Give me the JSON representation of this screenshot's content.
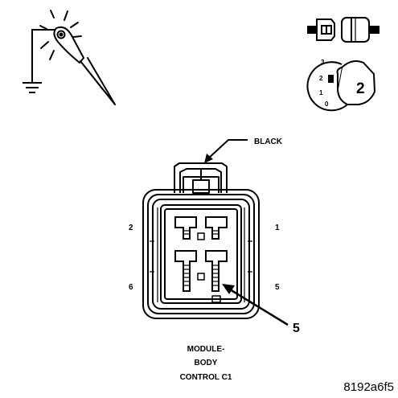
{
  "colors": {
    "ink": "#000000",
    "paper": "#ffffff"
  },
  "icons": {
    "probe": "test-probe-icon",
    "ground": "ground-symbol-icon",
    "connector_separated": "connector-separated-icon",
    "ignition_key": "ignition-switch-icon"
  },
  "ignition": {
    "positions": [
      "3",
      "2",
      "1",
      "0"
    ],
    "key_position": "2"
  },
  "connector": {
    "color_label": "BLACK",
    "pins": {
      "top_left": "2",
      "top_right": "1",
      "bottom_left": "6",
      "bottom_right": "5"
    },
    "callout_pin": "5",
    "name_lines": [
      "MODULE-",
      "BODY",
      "CONTROL C1"
    ]
  },
  "figure_id": "8192a6f5"
}
